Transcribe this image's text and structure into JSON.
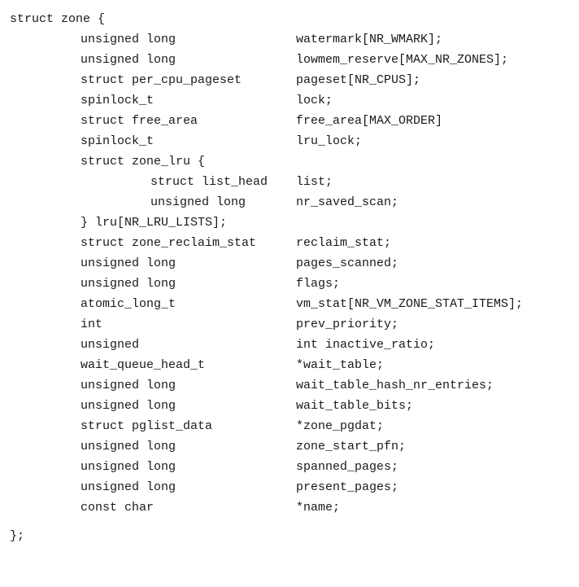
{
  "listing": {
    "open_line": "struct zone {",
    "fields": [
      {
        "type": "unsigned long",
        "name": "watermark[NR_WMARK];"
      },
      {
        "type": "unsigned long",
        "name": "lowmem_reserve[MAX_NR_ZONES];"
      },
      {
        "type": "struct per_cpu_pageset",
        "name": "pageset[NR_CPUS];"
      },
      {
        "type": "spinlock_t",
        "name": "lock;"
      },
      {
        "type": "struct free_area",
        "name": "free_area[MAX_ORDER]"
      },
      {
        "type": "spinlock_t",
        "name": "lru_lock;"
      }
    ],
    "nested": {
      "open_line": "struct zone_lru {",
      "fields": [
        {
          "type": "struct list_head",
          "name": "list;"
        },
        {
          "type": "unsigned long",
          "name": "nr_saved_scan;"
        }
      ],
      "close_line": "} lru[NR_LRU_LISTS];"
    },
    "fields_after": [
      {
        "type": "struct zone_reclaim_stat",
        "name": "reclaim_stat;"
      },
      {
        "type": "unsigned long",
        "name": "pages_scanned;"
      },
      {
        "type": "unsigned long",
        "name": "flags;"
      },
      {
        "type": "atomic_long_t",
        "name": "vm_stat[NR_VM_ZONE_STAT_ITEMS];"
      },
      {
        "type": "int",
        "name": "prev_priority;"
      },
      {
        "type": "unsigned",
        "name": "int inactive_ratio;"
      },
      {
        "type": "wait_queue_head_t",
        "name": "*wait_table;"
      },
      {
        "type": "unsigned long",
        "name": "wait_table_hash_nr_entries;"
      },
      {
        "type": "unsigned long",
        "name": "wait_table_bits;"
      },
      {
        "type": "struct pglist_data",
        "name": "*zone_pgdat;"
      },
      {
        "type": "unsigned long",
        "name": "zone_start_pfn;"
      },
      {
        "type": "unsigned long",
        "name": "spanned_pages;"
      },
      {
        "type": "unsigned long",
        "name": "present_pages;"
      },
      {
        "type": "const char",
        "name": "*name;"
      }
    ],
    "close_line": "};"
  }
}
